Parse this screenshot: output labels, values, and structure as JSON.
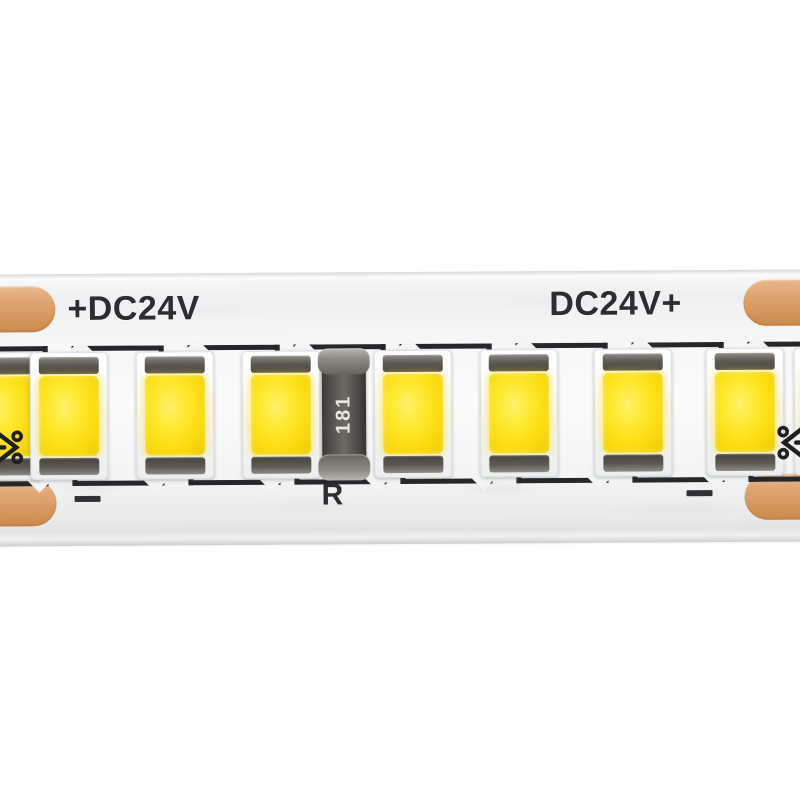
{
  "image": {
    "subject": "led-strip-24v-2835-closeup",
    "background_color": "#ffffff",
    "strip_color": "#f3f4f5"
  },
  "strip": {
    "pcb_color": "#f2f3f4",
    "silkscreen_color": "#26272b",
    "copper_pad_color": "#dfa470",
    "led_phosphor_color": "#ffe92e",
    "labels": {
      "polarity_positive_left": "+DC24V",
      "polarity_positive_right": "DC24V+",
      "resistor_designator": "R",
      "minus_left": "−",
      "minus_right": "−"
    },
    "pads": [
      {
        "name": "pad-top-left",
        "polarity": "+"
      },
      {
        "name": "pad-bottom-left",
        "polarity": "−"
      },
      {
        "name": "pad-top-right",
        "polarity": "+"
      },
      {
        "name": "pad-bottom-right",
        "polarity": "−"
      }
    ],
    "resistor": {
      "designator": "R",
      "marking_code": "181",
      "package": "chip-resistor"
    },
    "leds": [
      {
        "index": 1,
        "package": "2835",
        "state": "lit",
        "clipped": "left"
      },
      {
        "index": 2,
        "package": "2835",
        "state": "lit",
        "clipped": "none"
      },
      {
        "index": 3,
        "package": "2835",
        "state": "lit",
        "clipped": "none"
      },
      {
        "index": 4,
        "package": "2835",
        "state": "lit",
        "clipped": "none"
      },
      {
        "index": 5,
        "package": "2835",
        "state": "lit",
        "clipped": "none"
      },
      {
        "index": 6,
        "package": "2835",
        "state": "lit",
        "clipped": "none"
      },
      {
        "index": 7,
        "package": "2835",
        "state": "lit",
        "clipped": "none"
      },
      {
        "index": 8,
        "package": "2835",
        "state": "lit",
        "clipped": "none"
      },
      {
        "index": 9,
        "package": "2835",
        "state": "lit",
        "clipped": "right"
      }
    ],
    "cut_marks": [
      {
        "name": "cut-mark-left",
        "symbol": "scissors"
      },
      {
        "name": "cut-mark-right",
        "symbol": "scissors"
      }
    ]
  }
}
